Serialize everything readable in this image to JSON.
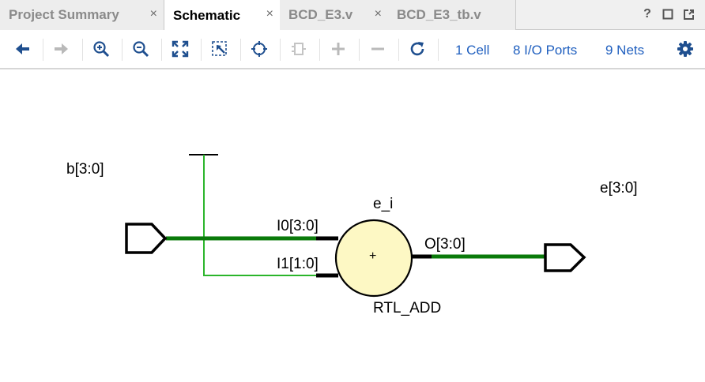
{
  "tabs": [
    {
      "label": "Project Summary",
      "active": false
    },
    {
      "label": "Schematic",
      "active": true
    },
    {
      "label": "BCD_E3.v",
      "active": false
    },
    {
      "label": "BCD_E3_tb.v",
      "active": false
    }
  ],
  "tab_close_glyph": "×",
  "window_controls": {
    "help": "?"
  },
  "toolbar": {
    "icons": [
      "back-arrow-icon",
      "forward-arrow-icon",
      "zoom-in-icon",
      "zoom-out-icon",
      "zoom-fit-icon",
      "zoom-area-icon",
      "center-icon",
      "cell-icon",
      "expand-icon",
      "collapse-icon",
      "refresh-icon",
      "settings-gear-icon"
    ],
    "cells_link": "1 Cell",
    "ports_link": "8 I/O Ports",
    "nets_link": "9 Nets"
  },
  "schematic": {
    "input_port_b": "b[3:0]",
    "output_port_e": "e[3:0]",
    "cell_instance": "e_i",
    "cell_type": "RTL_ADD",
    "cell_symbol": "+",
    "pin_i0": "I0[3:0]",
    "pin_i1": "I1[1:0]",
    "pin_o": "O[3:0]"
  },
  "colors": {
    "bus_net": "#0a7a0a",
    "single_net": "#2bb52b",
    "cell_fill": "#fdf8c4",
    "link": "#1f5fbf",
    "toolbar_icon": "#1f4f8f"
  }
}
